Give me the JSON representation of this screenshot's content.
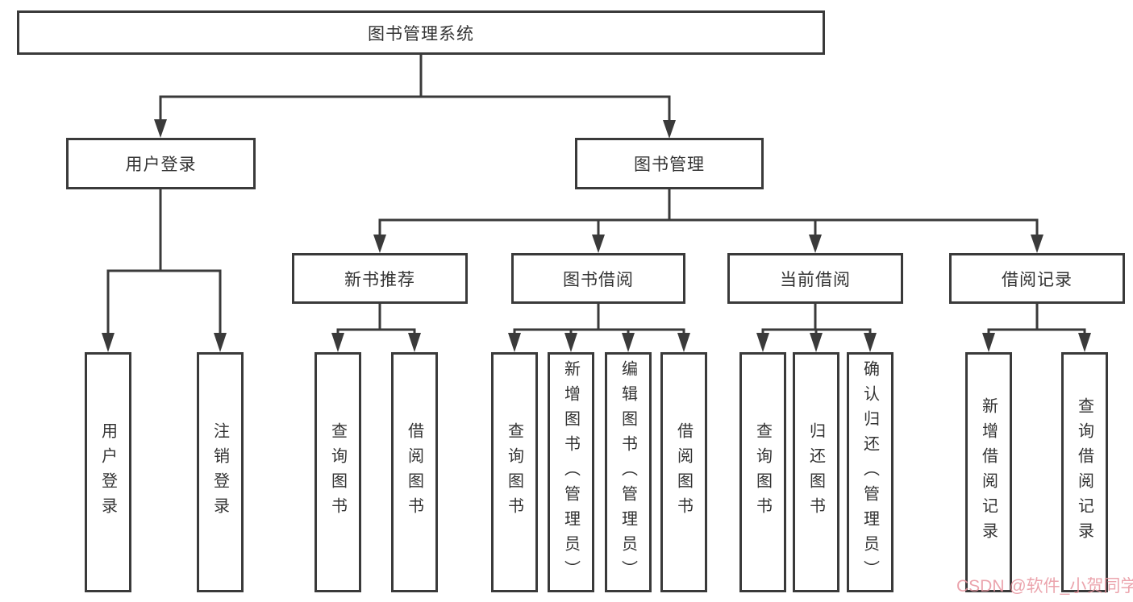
{
  "diagram": {
    "title_node": {
      "label": "图书管理系统"
    },
    "level2": [
      {
        "id": "user-login",
        "label": "用户登录"
      },
      {
        "id": "book-management",
        "label": "图书管理"
      }
    ],
    "level3": [
      {
        "id": "new-book-recommend",
        "label": "新书推荐"
      },
      {
        "id": "book-borrowing",
        "label": "图书借阅"
      },
      {
        "id": "current-borrowing",
        "label": "当前借阅"
      },
      {
        "id": "borrowing-records",
        "label": "借阅记录"
      }
    ],
    "leaves": [
      {
        "id": "user-login",
        "label": "用户登录"
      },
      {
        "id": "logout",
        "label": "注销登录"
      },
      {
        "id": "query-books-recommend",
        "label": "查询图书"
      },
      {
        "id": "borrow-books-recommend",
        "label": "借阅图书"
      },
      {
        "id": "query-books-borrow",
        "label": "查询图书"
      },
      {
        "id": "add-books-admin",
        "label": "新增图书（管理员）"
      },
      {
        "id": "edit-books-admin",
        "label": "编辑图书（管理员）"
      },
      {
        "id": "borrow-books",
        "label": "借阅图书"
      },
      {
        "id": "query-books-current",
        "label": "查询图书"
      },
      {
        "id": "return-books",
        "label": "归还图书"
      },
      {
        "id": "confirm-return-admin",
        "label": "确认归还（管理员）"
      },
      {
        "id": "add-borrow-record",
        "label": "新增借阅记录"
      },
      {
        "id": "query-borrow-record",
        "label": "查询借阅记录"
      }
    ]
  },
  "watermark": {
    "text": "CSDN @软件_小贺同学"
  },
  "colors": {
    "line": "#3a3a3a",
    "text": "#333333",
    "watermark": "#e8959f"
  }
}
